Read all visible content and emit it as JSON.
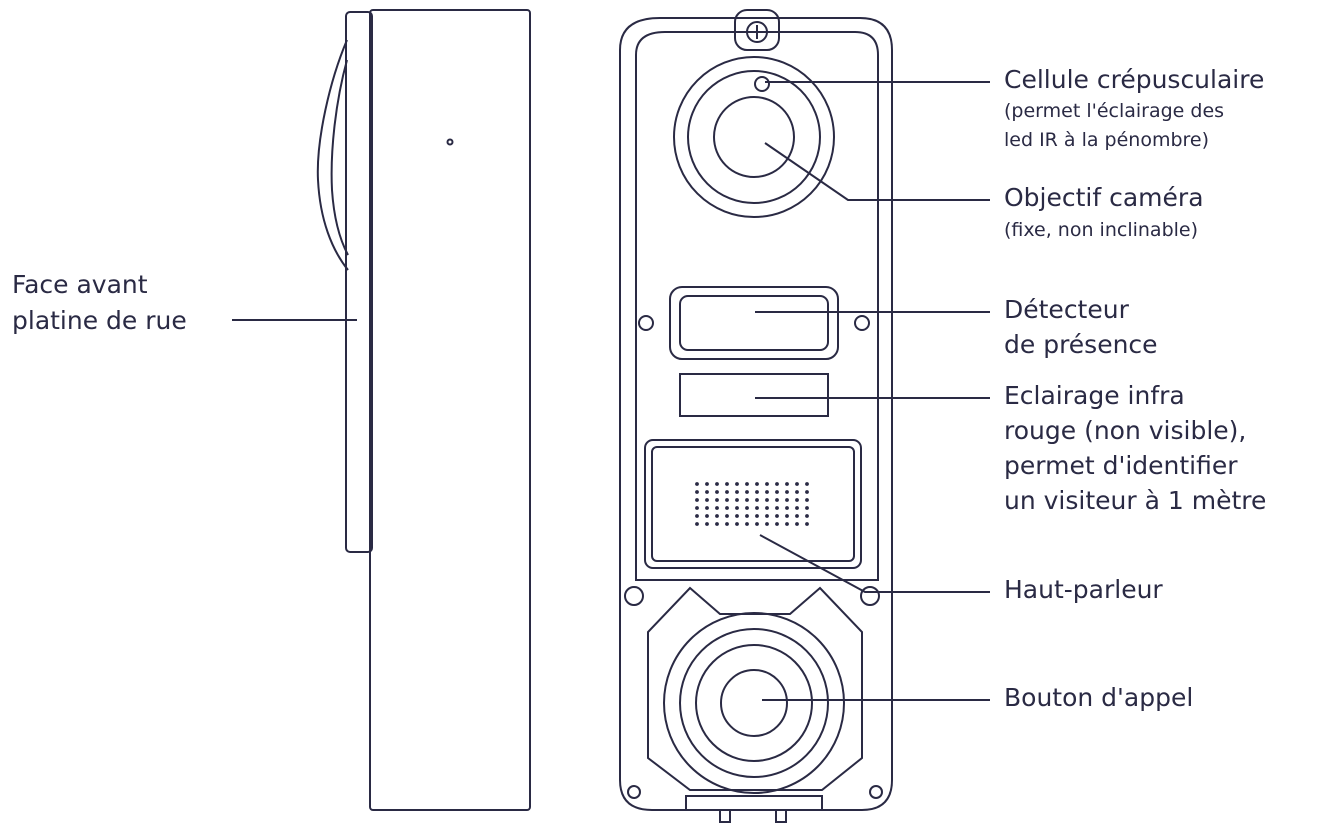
{
  "colors": {
    "stroke": "#2a2a44",
    "text": "#2a2a44",
    "background": "#ffffff"
  },
  "labels": {
    "face_avant": {
      "lines": [
        "Face avant",
        "platine de rue"
      ]
    },
    "cellule": {
      "title": "Cellule crépusculaire",
      "sub": [
        "(permet l'éclairage des",
        "led IR à la pénombre)"
      ]
    },
    "objectif": {
      "title": "Objectif caméra",
      "sub": [
        "(fixe, non inclinable)"
      ]
    },
    "detecteur": {
      "lines": [
        "Détecteur",
        "de présence"
      ]
    },
    "eclairage": {
      "lines": [
        "Eclairage infra",
        "rouge (non visible),",
        "permet d'identifier",
        "un visiteur à 1 mètre"
      ]
    },
    "haut_parleur": {
      "title": "Haut-parleur"
    },
    "bouton": {
      "title": "Bouton d'appel"
    }
  }
}
